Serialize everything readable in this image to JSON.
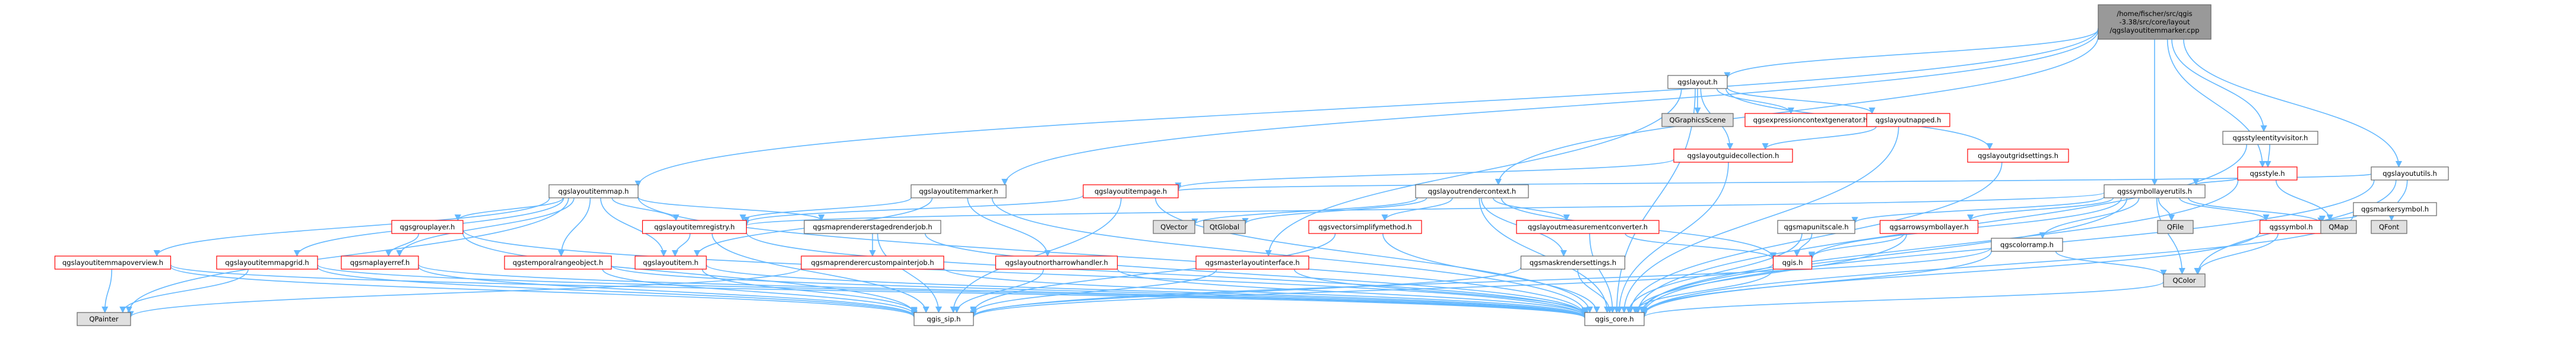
{
  "colors": {
    "edge": "#63b8ff",
    "node_border_black": "#666666",
    "node_border_red": "#ff0000",
    "node_fill": "#ffffff",
    "node_fill_gray": "#e0e0e0",
    "root_fill": "#999999"
  },
  "nodes": [
    {
      "id": "root",
      "lines": [
        "/home/fischer/src/qgis",
        "-3.38/src/core/layout",
        "/qgslayoutitemmarker.cpp"
      ],
      "style": "root"
    },
    {
      "id": "qgslayout_h",
      "lines": [
        "qgslayout.h"
      ],
      "style": "normal"
    },
    {
      "id": "qgraphicsscene",
      "lines": [
        "QGraphicsScene"
      ],
      "style": "gray"
    },
    {
      "id": "qgsexpressioncontextgenerator_h",
      "lines": [
        "qgsexpressioncontextgenerator.h"
      ],
      "style": "red"
    },
    {
      "id": "qgslayoutundostack",
      "lines": [
        "qgslayoutnapped.h"
      ],
      "style": "red"
    },
    {
      "id": "qgsstyleentityvisitor_h",
      "lines": [
        "qgsstyleentityvisitor.h"
      ],
      "style": "normal"
    },
    {
      "id": "qgsstyle_h",
      "lines": [
        "qgsstyle.h"
      ],
      "style": "red"
    },
    {
      "id": "qgslayoututils_h",
      "lines": [
        "qgslayoututils.h"
      ],
      "style": "normal"
    },
    {
      "id": "qgslayoutguidecollection_h",
      "lines": [
        "qgslayoutguidecollection.h"
      ],
      "style": "red"
    },
    {
      "id": "qgslayoutgridsettings_h",
      "lines": [
        "qgslayoutgridsettings.h"
      ],
      "style": "red"
    },
    {
      "id": "qgslayoutitemmap_h",
      "lines": [
        "qgslayoutitemmap.h"
      ],
      "style": "normal"
    },
    {
      "id": "qgslayoutitemmarker_h",
      "lines": [
        "qgslayoutitemmarker.h"
      ],
      "style": "normal"
    },
    {
      "id": "qgslayoutitempage_h",
      "lines": [
        "qgslayoutitempage.h"
      ],
      "style": "red"
    },
    {
      "id": "qgslayoutrendercontext_h",
      "lines": [
        "qgslayoutrendercontext.h"
      ],
      "style": "normal"
    },
    {
      "id": "qgssymbollayerutils_h",
      "lines": [
        "qgssymbollayerutils.h"
      ],
      "style": "normal"
    },
    {
      "id": "qgsmarkersymbol_h",
      "lines": [
        "qgsmarkersymbol.h"
      ],
      "style": "normal"
    },
    {
      "id": "qgsgrouplayer_h",
      "lines": [
        "qgsgrouplayer.h"
      ],
      "style": "red"
    },
    {
      "id": "qgslayoutitemregistry_h",
      "lines": [
        "qgslayoutitemregistry.h"
      ],
      "style": "red"
    },
    {
      "id": "qgsmaprendererstagedrenderjob_h",
      "lines": [
        "qgsmaprendererstagedrenderjob.h"
      ],
      "style": "normal"
    },
    {
      "id": "qvector",
      "lines": [
        "QVector"
      ],
      "style": "gray"
    },
    {
      "id": "qtglobal",
      "lines": [
        "QtGlobal"
      ],
      "style": "gray"
    },
    {
      "id": "qgsvectorsimplifymethod_h",
      "lines": [
        "qgsvectorsimplifymethod.h"
      ],
      "style": "red"
    },
    {
      "id": "qgslayoutmeasurementconverter_h",
      "lines": [
        "qgslayoutmeasurementconverter.h"
      ],
      "style": "red"
    },
    {
      "id": "qgsmapunitscale_h",
      "lines": [
        "qgsmapunitscale.h"
      ],
      "style": "normal"
    },
    {
      "id": "qgsarrowsymbollayer_h",
      "lines": [
        "qgsarrowsymbollayer.h"
      ],
      "style": "red"
    },
    {
      "id": "qgscolorramp_h",
      "lines": [
        "qgscolorramp.h"
      ],
      "style": "normal"
    },
    {
      "id": "qfile",
      "lines": [
        "QFile"
      ],
      "style": "gray"
    },
    {
      "id": "qgssymbol_h",
      "lines": [
        "qgssymbol.h"
      ],
      "style": "red"
    },
    {
      "id": "qmap",
      "lines": [
        "QMap"
      ],
      "style": "gray"
    },
    {
      "id": "qfont",
      "lines": [
        "QFont"
      ],
      "style": "gray"
    },
    {
      "id": "qgslayoutitemmapoverview_h",
      "lines": [
        "qgslayoutitemmapoverview.h"
      ],
      "style": "red"
    },
    {
      "id": "qgslayoutitemmapgrid_h",
      "lines": [
        "qgslayoutitemmapgrid.h"
      ],
      "style": "red"
    },
    {
      "id": "qgsmaplayerref_h",
      "lines": [
        "qgsmaplayerref.h"
      ],
      "style": "red"
    },
    {
      "id": "qgstemporalrangeobject_h",
      "lines": [
        "qgstemporalrangeobject.h"
      ],
      "style": "red"
    },
    {
      "id": "qgslayoutitem_h",
      "lines": [
        "qgslayoutitem.h"
      ],
      "style": "red"
    },
    {
      "id": "qgsmaprenderercustompainterjob_h",
      "lines": [
        "qgsmaprenderercustompainterjob.h"
      ],
      "style": "red"
    },
    {
      "id": "qgslayoutnorthar_h",
      "lines": [
        "qgslayoutnortharrowhandler.h"
      ],
      "style": "red"
    },
    {
      "id": "qgsmasterlayoutinterface_h",
      "lines": [
        "qgsmasterlayoutinterface.h"
      ],
      "style": "red"
    },
    {
      "id": "qgsmaskrendersettings_h",
      "lines": [
        "qgsmaskrendersettings.h"
      ],
      "style": "normal"
    },
    {
      "id": "qgis_h",
      "lines": [
        "qgis.h"
      ],
      "style": "red"
    },
    {
      "id": "qcolor",
      "lines": [
        "QColor"
      ],
      "style": "gray"
    },
    {
      "id": "qpainter",
      "lines": [
        "QPainter"
      ],
      "style": "gray"
    },
    {
      "id": "qgis_sip_h",
      "lines": [
        "qgis_sip.h"
      ],
      "style": "normal"
    },
    {
      "id": "qgis_core_h",
      "lines": [
        "qgis_core.h"
      ],
      "style": "normal"
    }
  ]
}
